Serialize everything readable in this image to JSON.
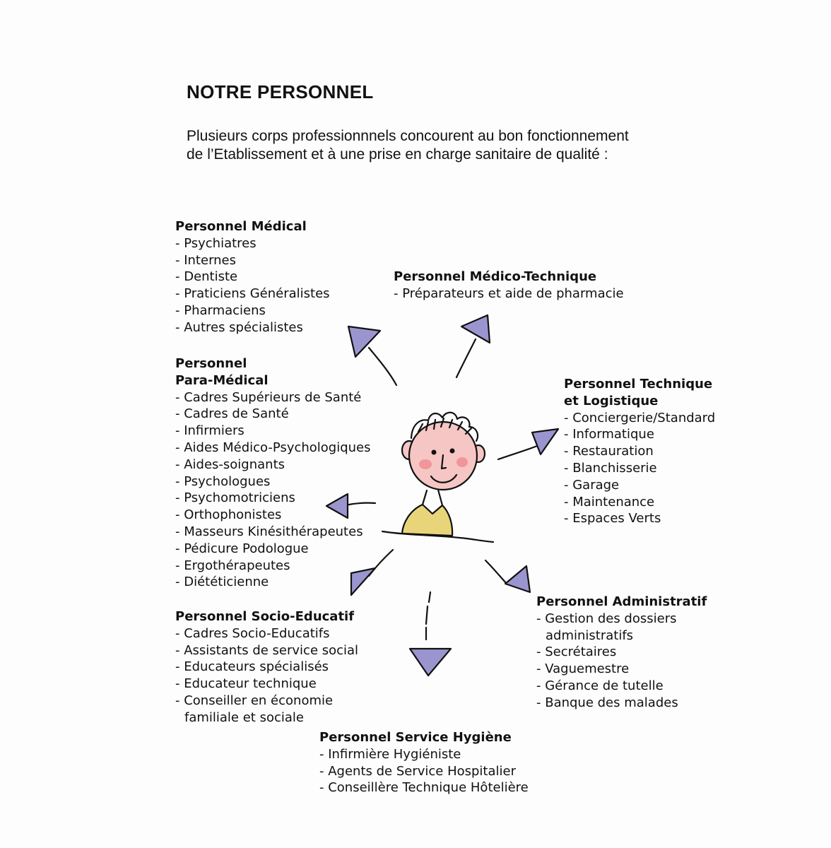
{
  "title": "NOTRE PERSONNEL",
  "intro": {
    "line1": "Plusieurs corps professionnnels concourent au bon fonctionnement",
    "line2": "de l’Etablissement et à une prise en charge sanitaire de qualité :"
  },
  "colors": {
    "arrow_fill": "#9b95cf",
    "shirt": "#e8d57a",
    "face": "#f6c6c4",
    "cheek": "#ef8a90",
    "ink": "#111111"
  },
  "groups": {
    "medical": {
      "heading": "Personnel Médical",
      "items": [
        "- Psychiatres",
        "- Internes",
        "- Dentiste",
        "- Praticiens Généralistes",
        "- Pharmaciens",
        "- Autres spécialistes"
      ]
    },
    "medico_technique": {
      "heading": "Personnel Médico-Technique",
      "items": [
        "- Préparateurs et aide de pharmacie"
      ]
    },
    "para_medical": {
      "heading_line1": "Personnel",
      "heading_line2": "Para-Médical",
      "items": [
        "- Cadres Supérieurs de Santé",
        "- Cadres de Santé",
        "- Infirmiers",
        "- Aides Médico-Psychologiques",
        "- Aides-soignants",
        "- Psychologues",
        "- Psychomotriciens",
        "- Orthophonistes",
        "- Masseurs Kinésithérapeutes",
        "- Pédicure Podologue",
        "- Ergothérapeutes",
        "- Diététicienne"
      ]
    },
    "technique": {
      "heading_line1": "Personnel Technique",
      "heading_line2": "et Logistique",
      "items": [
        "- Conciergerie/Standard",
        "- Informatique",
        "- Restauration",
        "- Blanchisserie",
        "- Garage",
        "- Maintenance",
        "- Espaces Verts"
      ]
    },
    "administratif": {
      "heading": "Personnel Administratif",
      "items": [
        "- Gestion des dossiers",
        "administratifs",
        "- Secrétaires",
        "- Vaguemestre",
        "- Gérance de tutelle",
        "- Banque des malades"
      ]
    },
    "socio_educatif": {
      "heading": "Personnel Socio-Educatif",
      "items": [
        "- Cadres Socio-Educatifs",
        "- Assistants de service social",
        "- Educateurs spécialisés",
        "- Educateur technique",
        "- Conseiller en économie",
        "familiale et sociale"
      ]
    },
    "hygiene": {
      "heading": "Personnel Service Hygiène",
      "items": [
        "- Infirmière Hygiéniste",
        "- Agents de Service Hospitalier",
        "- Conseillère Technique Hôtelière"
      ]
    }
  }
}
